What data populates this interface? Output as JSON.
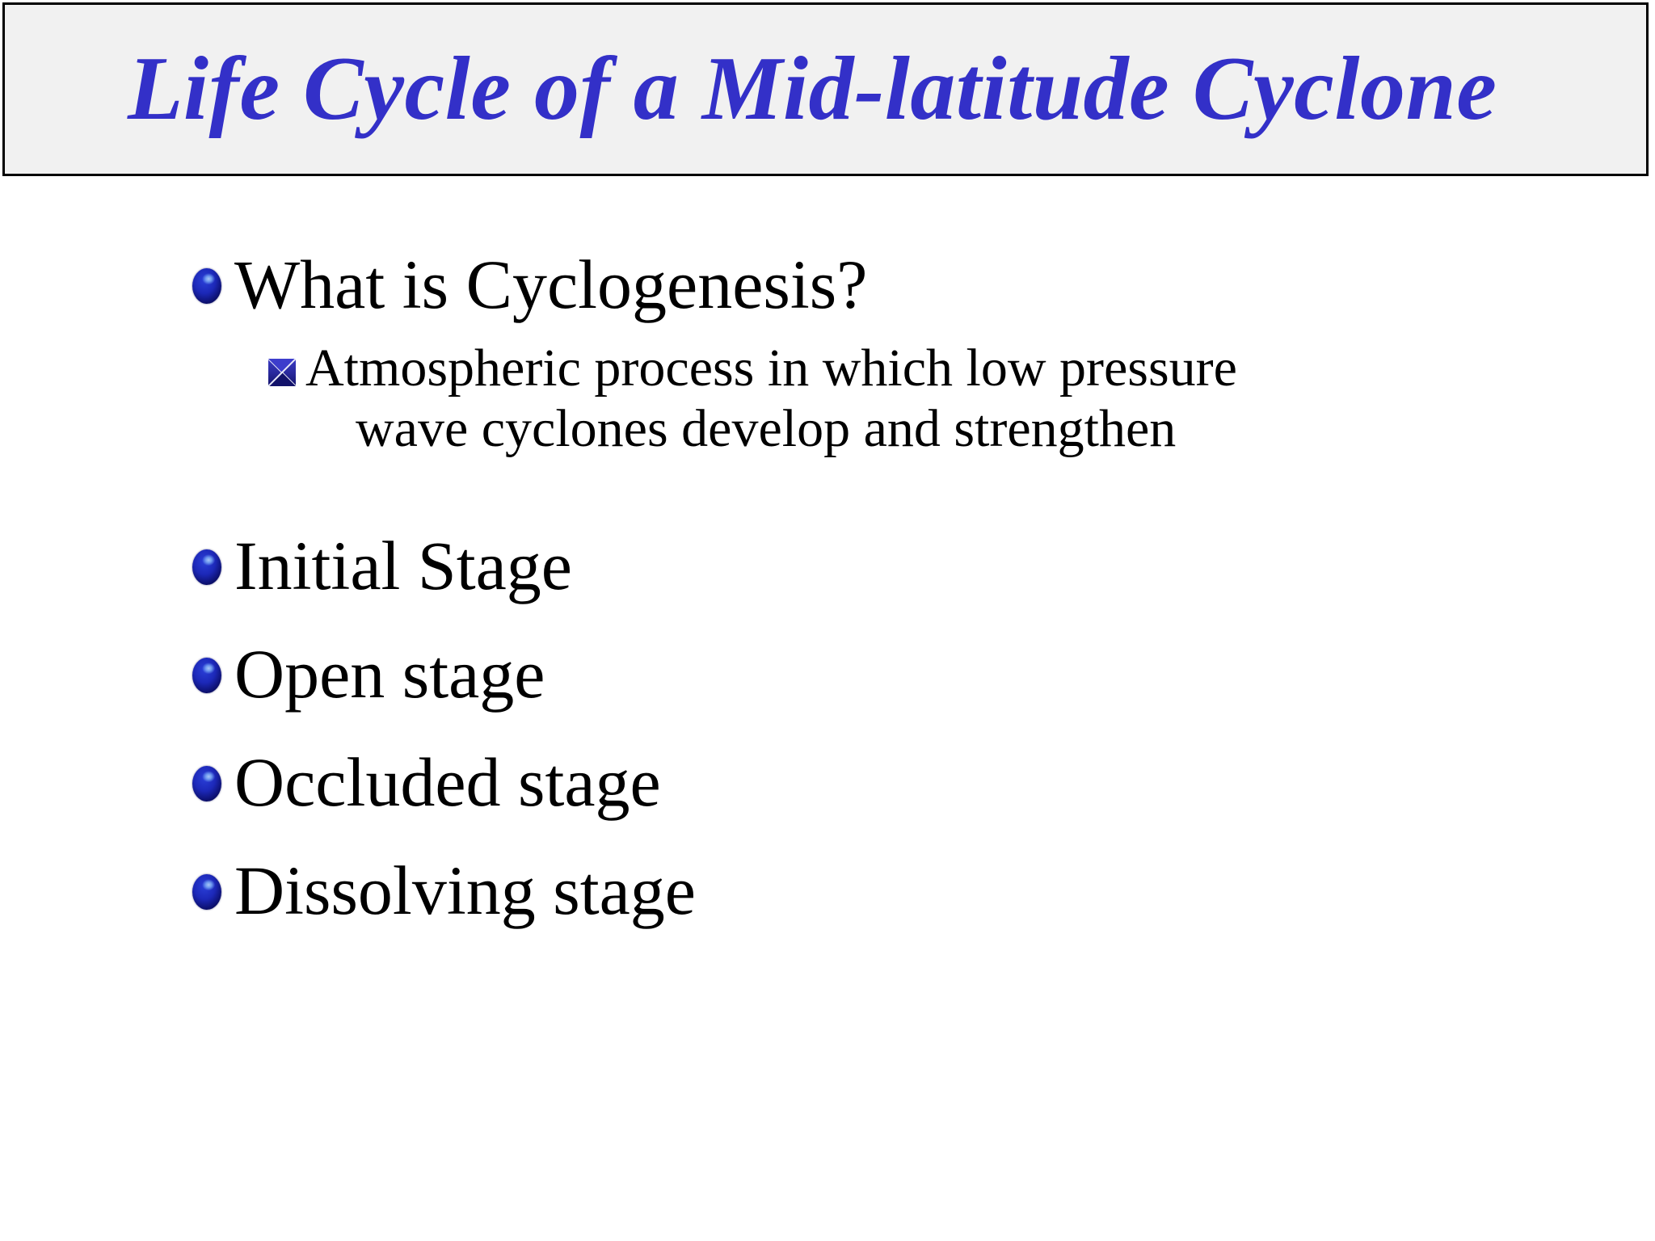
{
  "slide": {
    "title": "Life Cycle of a Mid-latitude Cyclone",
    "title_color": "#3330c8",
    "title_band_bg": "#f1f1f1",
    "title_band_border_color": "#000000",
    "background_color": "#ffffff",
    "body_text_color": "#000000"
  },
  "bullets": [
    {
      "level": 1,
      "marker": "blue-sphere-bullet-icon",
      "text": "What is Cyclogenesis?"
    },
    {
      "level": 2,
      "marker": "blue-x-square-bullet-icon",
      "line1": "Atmospheric process in which low pressure",
      "line2": "wave cyclones develop and strengthen"
    },
    {
      "level": 1,
      "marker": "blue-sphere-bullet-icon",
      "text": "Initial Stage"
    },
    {
      "level": 1,
      "marker": "blue-sphere-bullet-icon",
      "text": "Open stage"
    },
    {
      "level": 1,
      "marker": "blue-sphere-bullet-icon",
      "text": "Occluded stage"
    },
    {
      "level": 1,
      "marker": "blue-sphere-bullet-icon",
      "text": "Dissolving stage"
    }
  ]
}
